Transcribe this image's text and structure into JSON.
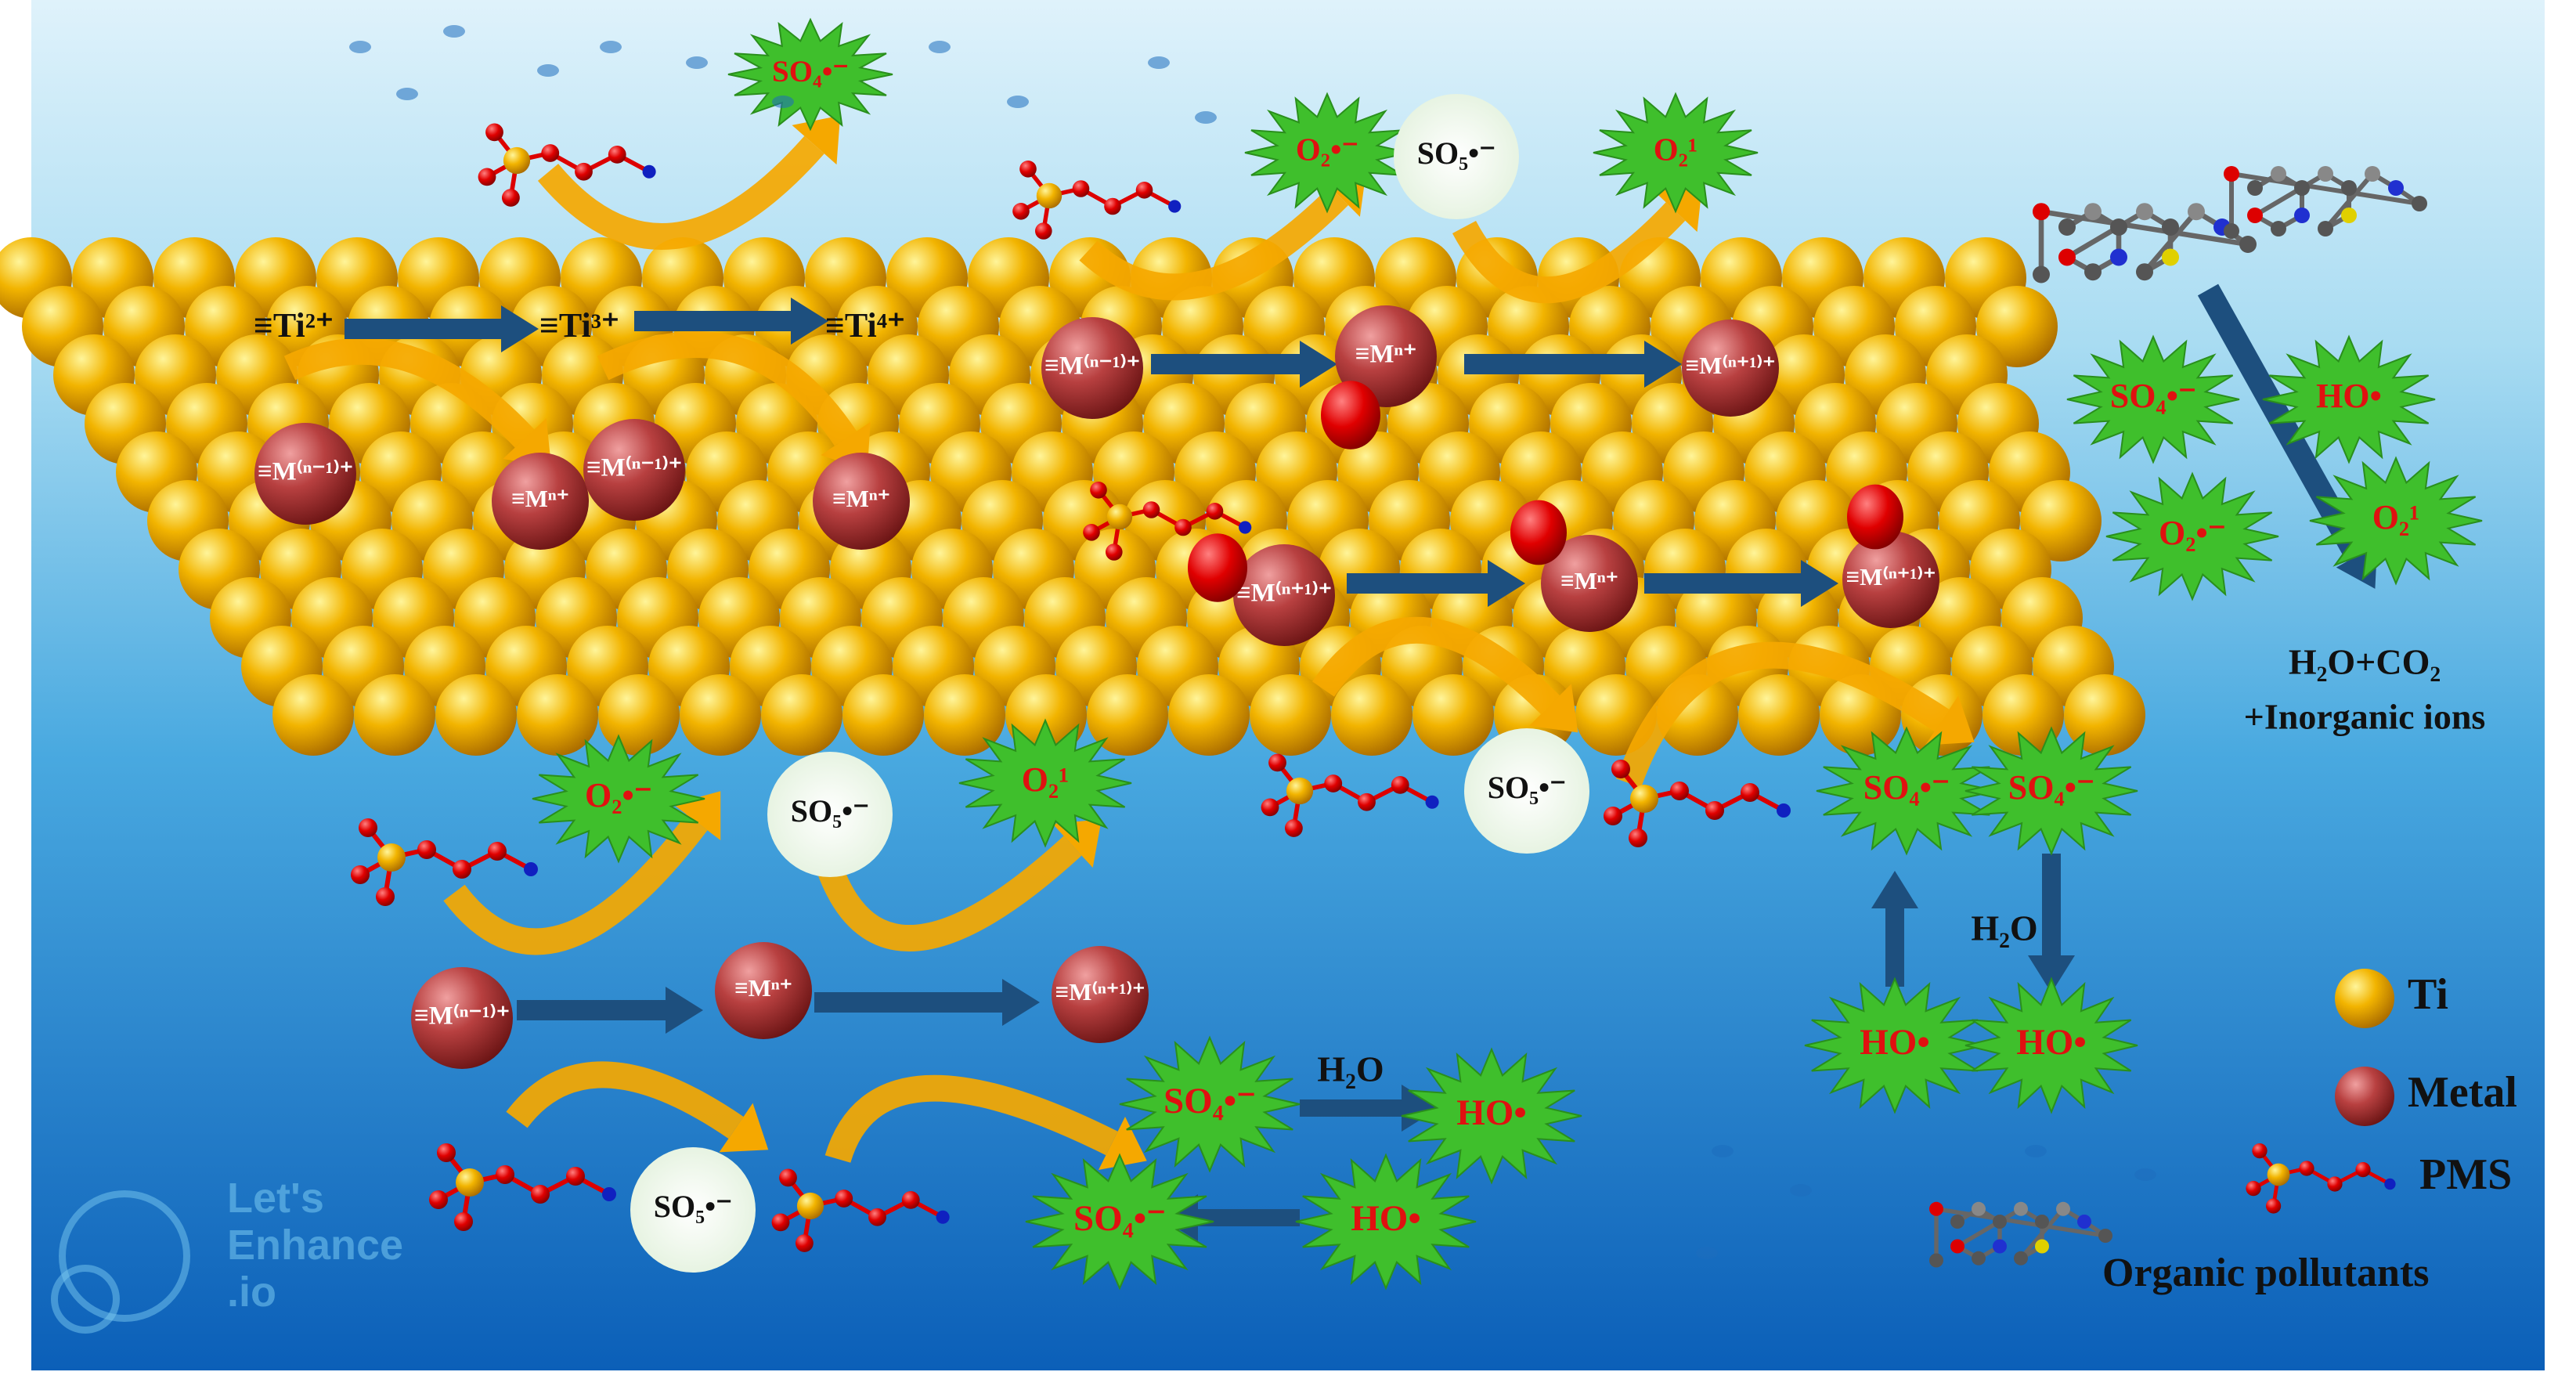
{
  "ti_labels": {
    "ti2": "≡Ti²⁺",
    "ti3": "≡Ti³⁺",
    "ti4": "≡Ti⁴⁺"
  },
  "metal_labels": {
    "m_n1": "≡M⁽ⁿ⁻¹⁾⁺",
    "m_n": "≡Mⁿ⁺",
    "m_n1ox": "≡M⁽ⁿ⁺¹⁾⁺"
  },
  "species": {
    "so4": "SO₄•⁻",
    "so5": "SO₅•⁻",
    "o2": "O₂•⁻",
    "o1": "O₂¹",
    "ho": "HO•",
    "h2o": "H₂O"
  },
  "products": {
    "line1": "H₂O+CO₂",
    "line2": "+Inorganic ions"
  },
  "legend": {
    "ti": "Ti",
    "metal": "Metal",
    "pms": "PMS",
    "pollutants": "Organic pollutants"
  },
  "watermark": {
    "line1": "Let's",
    "line2": "Enhance",
    "line3": ".io"
  },
  "colors": {
    "ti_sphere": "#f2b400",
    "metal_sphere": "#b84040",
    "star": "#3fbf2c",
    "arrow_dark": "#1d4f7e",
    "arrow_orange": "#f5a800"
  }
}
